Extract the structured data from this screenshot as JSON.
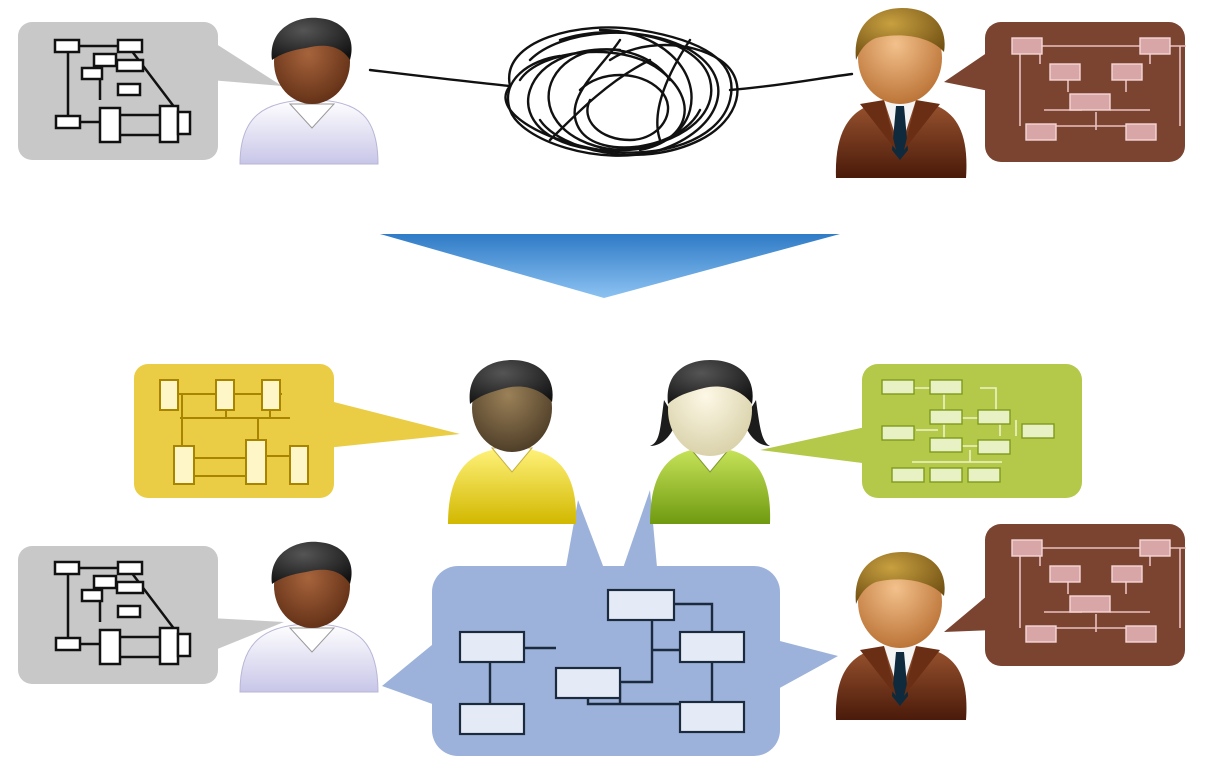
{
  "diagram": {
    "top_scene": {
      "left_person": "person-dark-skin-white-shirt",
      "left_bubble": "gray-flowchart-bubble",
      "connector": "tangled-line",
      "right_person": "person-brown-suit",
      "right_bubble": "brown-flowchart-bubble"
    },
    "transition": {
      "shape": "downward-arrow",
      "color": "#5aa3e4"
    },
    "bottom_scene": {
      "shared_bubble": "blue-shared-model-bubble",
      "people": [
        "person-yellow-shirt",
        "person-green-shirt",
        "person-dark-skin-white-shirt",
        "person-brown-suit"
      ],
      "bubbles": [
        "yellow-flowchart-bubble",
        "green-flowchart-bubble",
        "gray-flowchart-bubble",
        "brown-flowchart-bubble"
      ]
    },
    "colors": {
      "gray_bubble": "#c8c8c8",
      "brown_bubble": "#7b4431",
      "yellow_bubble": "#ebcd45",
      "green_bubble": "#b4c84a",
      "blue_bubble": "#9cb2db",
      "arrow": "#5aa3e4"
    }
  }
}
